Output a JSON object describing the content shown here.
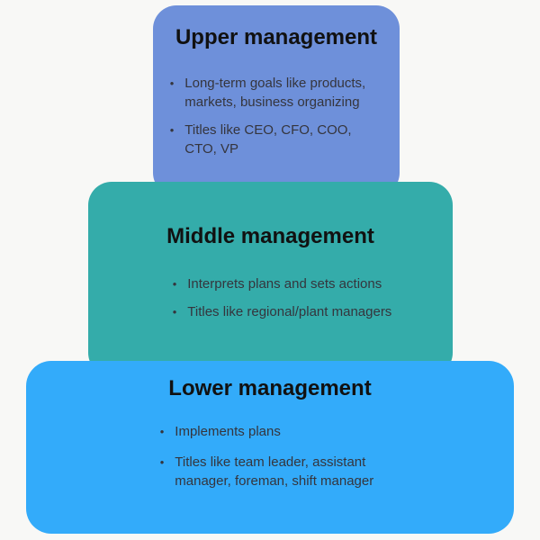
{
  "ui": {
    "background": "#f8f8f6",
    "bullet_glyph": "•"
  },
  "diagram": {
    "name": "Management levels pyramid",
    "levels": [
      {
        "title": "Upper management",
        "color": "#6e90da",
        "bullets": [
          "Long-term goals like products, markets, business organizing",
          "Titles like CEO, CFO, COO, CTO, VP"
        ]
      },
      {
        "title": "Middle management",
        "color": "#34acaa",
        "bullets": [
          "Interprets plans and sets actions",
          "Titles like regional/plant managers"
        ]
      },
      {
        "title": "Lower management",
        "color": "#33abfa",
        "bullets": [
          "Implements plans",
          "Titles like team leader, assistant manager, foreman, shift manager"
        ]
      }
    ]
  }
}
